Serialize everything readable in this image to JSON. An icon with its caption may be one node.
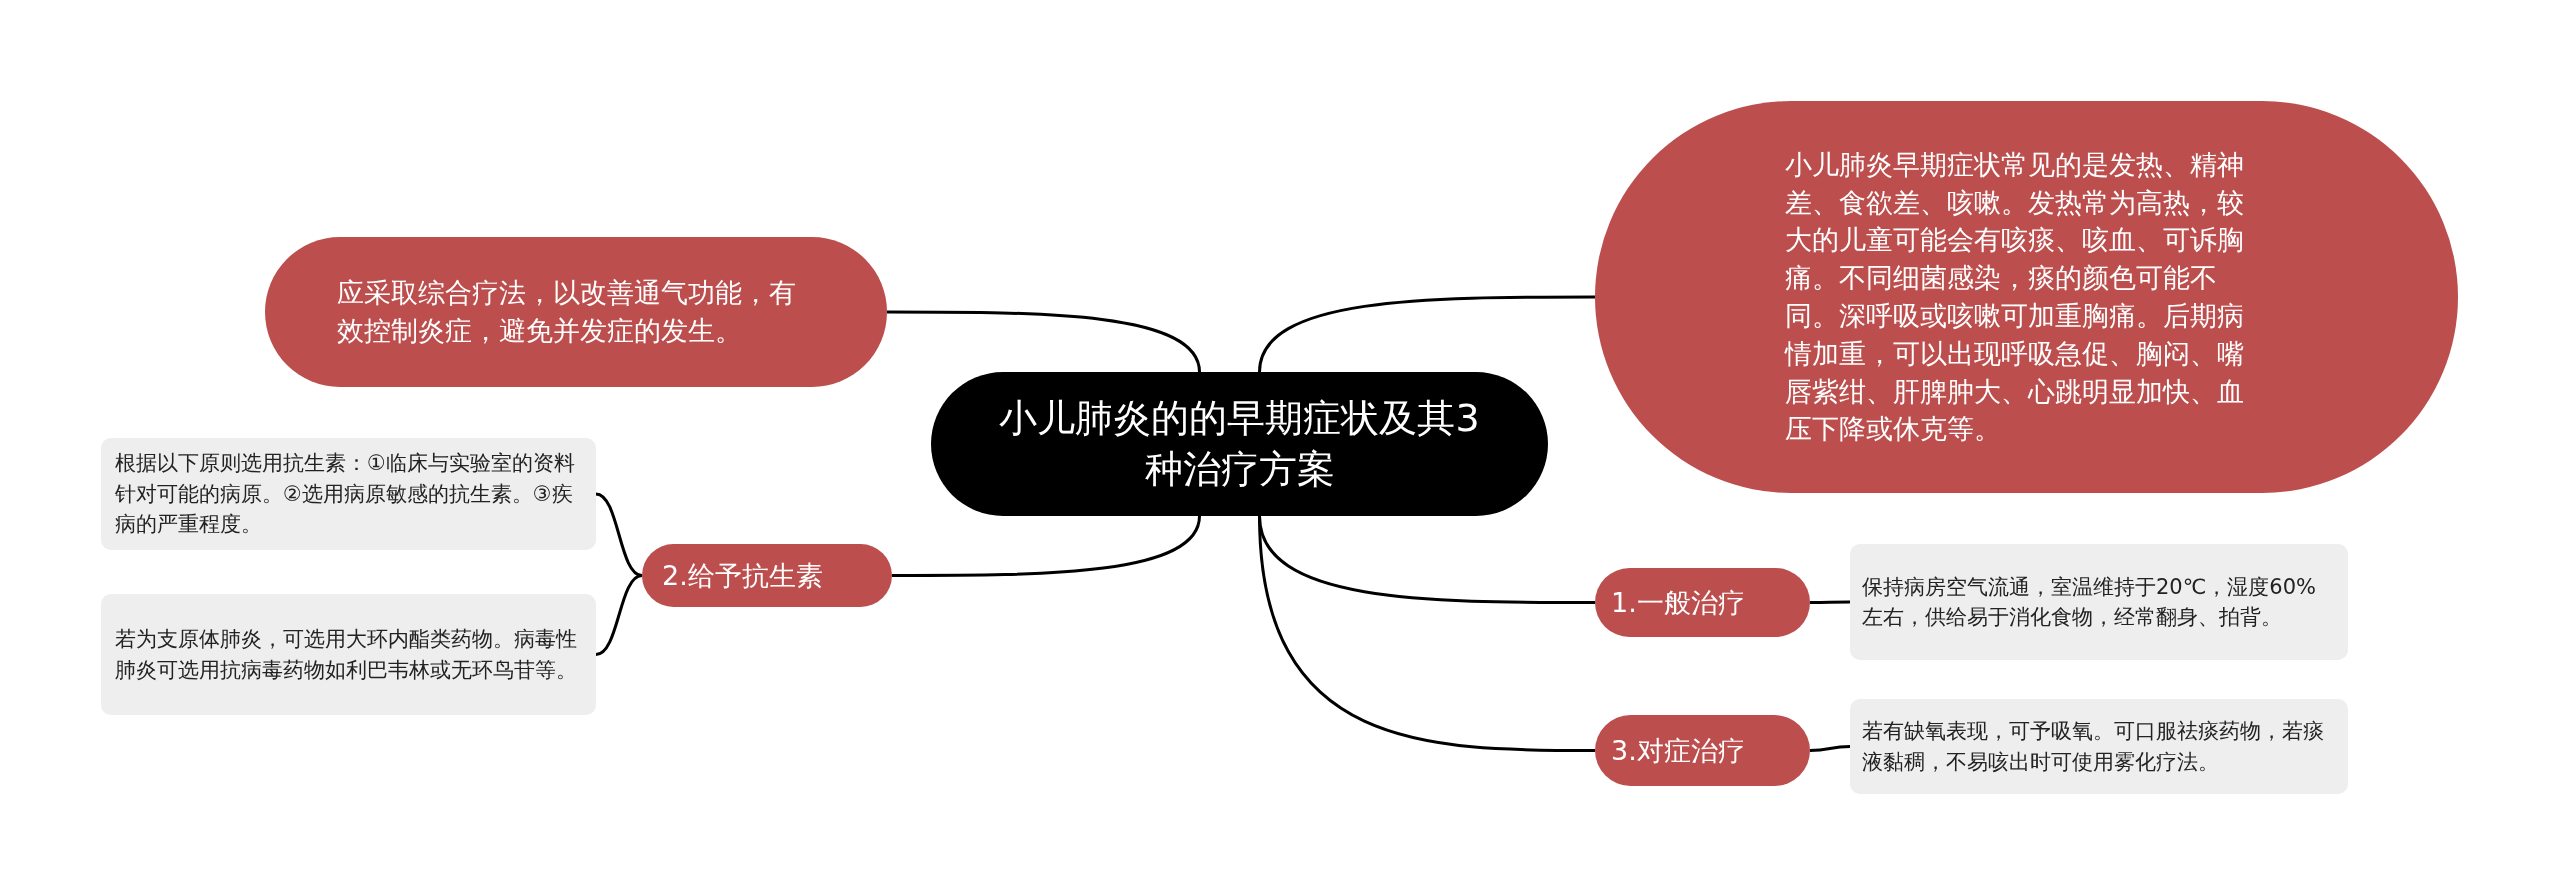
{
  "diagram": {
    "nodes": [
      {
        "text": [
          "小儿肺炎的的早期症状及其3种治疗方案"
        ]
      },
      {
        "text": [
          "应采取综合疗法，以改善通气功能，有效控制炎症，避免并发症的发生。"
        ]
      },
      {
        "text": [
          "小儿肺炎早期症状常见的是发热、精神差、食欲差、咳嗽。发热常为高热，较大的儿童可能会有咳痰、咳血、可诉胸痛。不同细菌感染，痰的颜色可能不同。深呼吸或咳嗽可加重胸痛。后期病情加重，可以出现呼吸急促、胸闷、嘴唇紫绀、肝脾肿大、心跳明显加快、血压下降或休克等。"
        ]
      },
      {
        "text": [
          "2.给予抗生素"
        ]
      },
      {
        "text": [
          "根据以下原则选用抗生素：①临床与实验室的资料针对可能的病原。②选用病原敏感的抗生素。③疾病的严重程度。"
        ]
      },
      {
        "text": [
          "若为支原体肺炎，可选用大环内酯类药物。病毒性肺炎可选用抗病毒药物如利巴韦林或无环鸟苷等。"
        ]
      },
      {
        "text": [
          "1.一般治疗"
        ]
      },
      {
        "text": [
          "保持病房空气流通，室温维持于20℃，湿度60%左右，供给易于消化食物，经常翻身、拍背。"
        ]
      },
      {
        "text": [
          "3.对症治疗"
        ]
      },
      {
        "text": [
          "若有缺氧表现，可予吸氧。可口服祛痰药物，若痰液黏稠，不易咳出时可使用雾化疗法。"
        ]
      }
    ],
    "edges": [
      {
        "from": 0,
        "to": 1,
        "arrow": "none"
      },
      {
        "from": 0,
        "to": 2,
        "arrow": "none"
      },
      {
        "from": 0,
        "to": 3,
        "arrow": "none"
      },
      {
        "from": 3,
        "to": 4,
        "arrow": "none"
      },
      {
        "from": 3,
        "to": 5,
        "arrow": "none"
      },
      {
        "from": 0,
        "to": 6,
        "arrow": "none"
      },
      {
        "from": 6,
        "to": 7,
        "arrow": "none"
      },
      {
        "from": 0,
        "to": 8,
        "arrow": "none"
      },
      {
        "from": 8,
        "to": 9,
        "arrow": "none"
      }
    ]
  }
}
